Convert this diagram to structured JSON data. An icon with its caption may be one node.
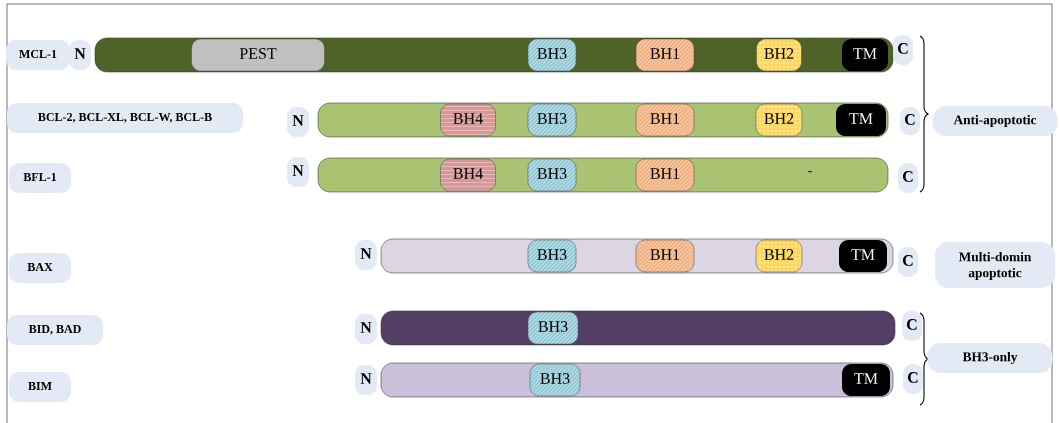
{
  "diagram": {
    "nodes": [
      {
        "text": [
          "MCL-1"
        ]
      },
      {
        "text": [
          "N"
        ]
      },
      {
        "text": [],
        "shape": "bar"
      },
      {
        "text": [
          "PEST"
        ],
        "in": 2
      },
      {
        "text": [
          "BH3"
        ],
        "in": 2
      },
      {
        "text": [
          "BH1"
        ],
        "in": 2
      },
      {
        "text": [
          "BH2"
        ],
        "in": 2
      },
      {
        "text": [
          "TM"
        ],
        "in": 2
      },
      {
        "text": [
          "C"
        ]
      },
      {
        "text": [
          "BCL-2, BCL-XL, BCL-W, BCL-B"
        ]
      },
      {
        "text": [
          "N"
        ]
      },
      {
        "text": [],
        "shape": "bar"
      },
      {
        "text": [
          "BH4"
        ],
        "in": 11
      },
      {
        "text": [
          "BH3"
        ],
        "in": 11
      },
      {
        "text": [
          "BH1"
        ],
        "in": 11
      },
      {
        "text": [
          "BH2"
        ],
        "in": 11
      },
      {
        "text": [
          "TM"
        ],
        "in": 11
      },
      {
        "text": [
          "C"
        ]
      },
      {
        "text": [
          "Anti-apoptotic"
        ]
      },
      {
        "text": [
          "BFL-1"
        ]
      },
      {
        "text": [
          "N"
        ]
      },
      {
        "text": [],
        "shape": "bar"
      },
      {
        "text": [
          "BH4"
        ],
        "in": 21
      },
      {
        "text": [
          "BH3"
        ],
        "in": 21
      },
      {
        "text": [
          "BH1"
        ],
        "in": 21
      },
      {
        "text": [
          "C"
        ]
      },
      {
        "text": [
          "BAX"
        ]
      },
      {
        "text": [
          "N"
        ]
      },
      {
        "text": [],
        "shape": "bar"
      },
      {
        "text": [
          "BH3"
        ],
        "in": 28
      },
      {
        "text": [
          "BH1"
        ],
        "in": 28
      },
      {
        "text": [
          "BH2"
        ],
        "in": 28
      },
      {
        "text": [
          "TM"
        ],
        "in": 28
      },
      {
        "text": [
          "C"
        ]
      },
      {
        "text": [
          "Multi-domin apoptotic"
        ]
      },
      {
        "text": [
          "BID, BAD"
        ]
      },
      {
        "text": [
          "N"
        ]
      },
      {
        "text": [],
        "shape": "bar"
      },
      {
        "text": [
          "BH3"
        ],
        "in": 37
      },
      {
        "text": [
          "C"
        ]
      },
      {
        "text": [
          "BH3-only"
        ]
      },
      {
        "text": [
          "BIM"
        ]
      },
      {
        "text": [
          "N"
        ]
      },
      {
        "text": [],
        "shape": "bar"
      },
      {
        "text": [
          "BH3"
        ],
        "in": 43
      },
      {
        "text": [
          "TM"
        ],
        "in": 43
      },
      {
        "text": [
          "C"
        ]
      }
    ],
    "labels": [
      "-"
    ]
  }
}
